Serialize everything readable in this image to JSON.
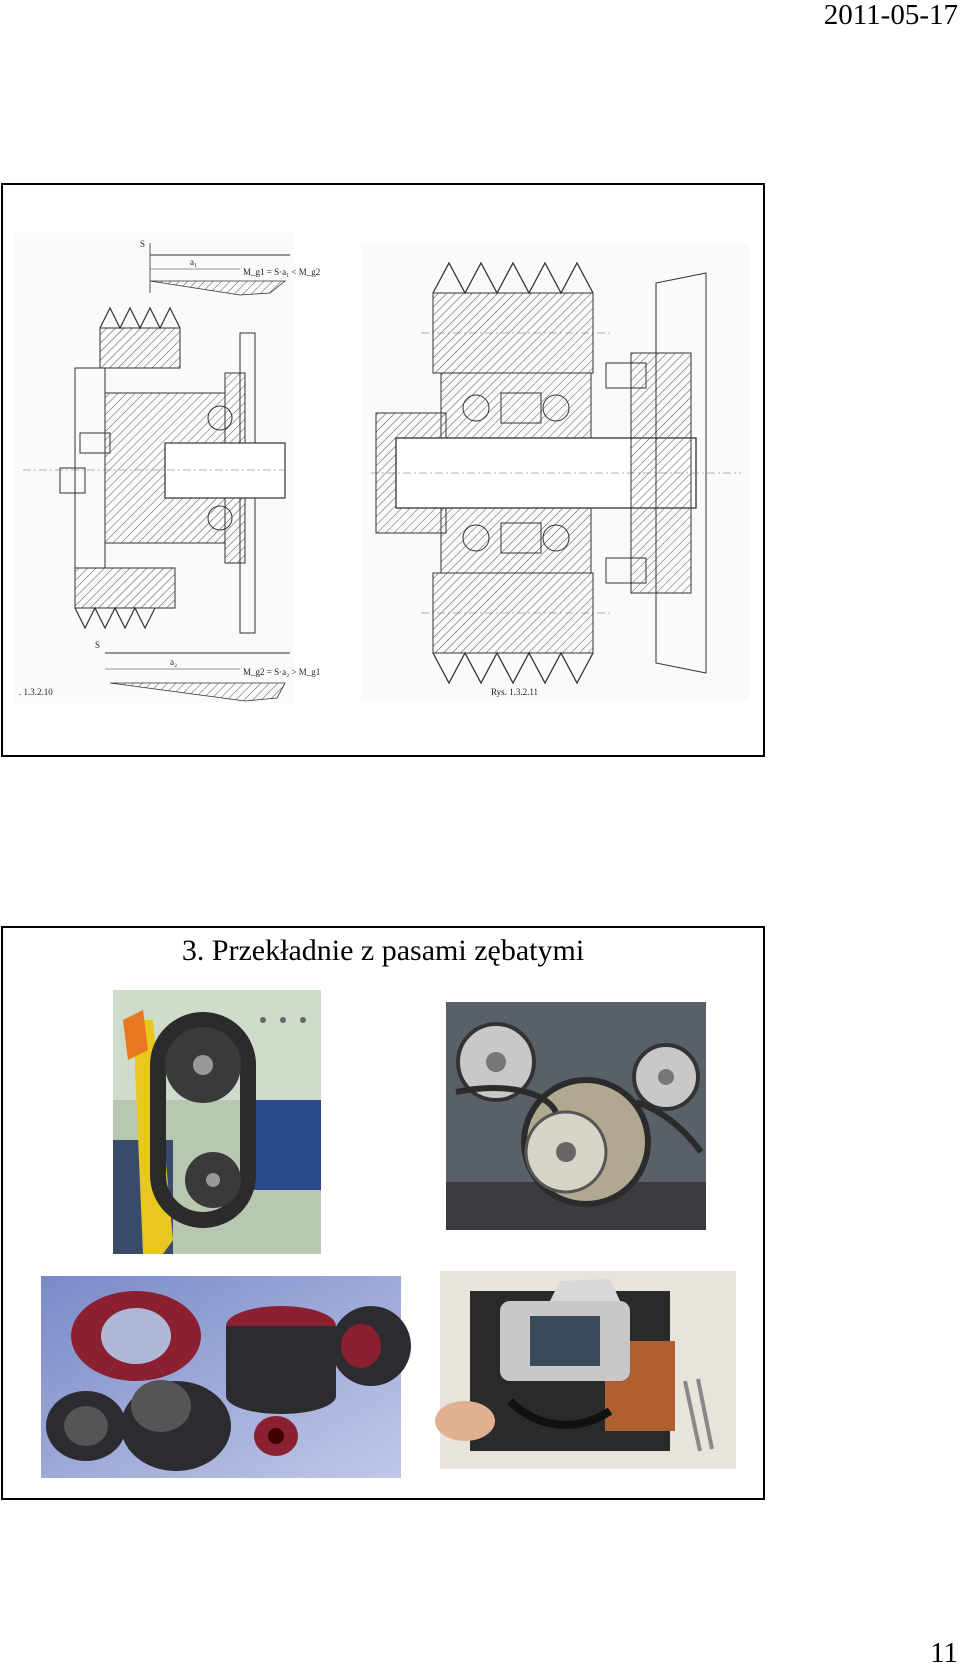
{
  "header": {
    "date": "2011-05-17"
  },
  "footer": {
    "page_number": "11"
  },
  "slide1": {
    "fig_left_caption": ". 1.3.2.10",
    "fig_right_caption": "Rys. 1.3.2.11",
    "label_s": "S",
    "label_a1": "a₁",
    "label_a2": "a₂",
    "label_m_top": "M_g1 = S·a₁ < M_g2",
    "label_m_bottom": "M_g2 = S·a₂ > M_g1"
  },
  "slide2": {
    "title": "3. Przekładnie z pasami zębatymi"
  },
  "colors": {
    "border": "#000000",
    "hatch": "#555555",
    "belt": "#2b2b2b",
    "yellow_guard": "#e8c820",
    "red_pulley": "#8a2030",
    "blue_motor": "#2a4a8a"
  }
}
